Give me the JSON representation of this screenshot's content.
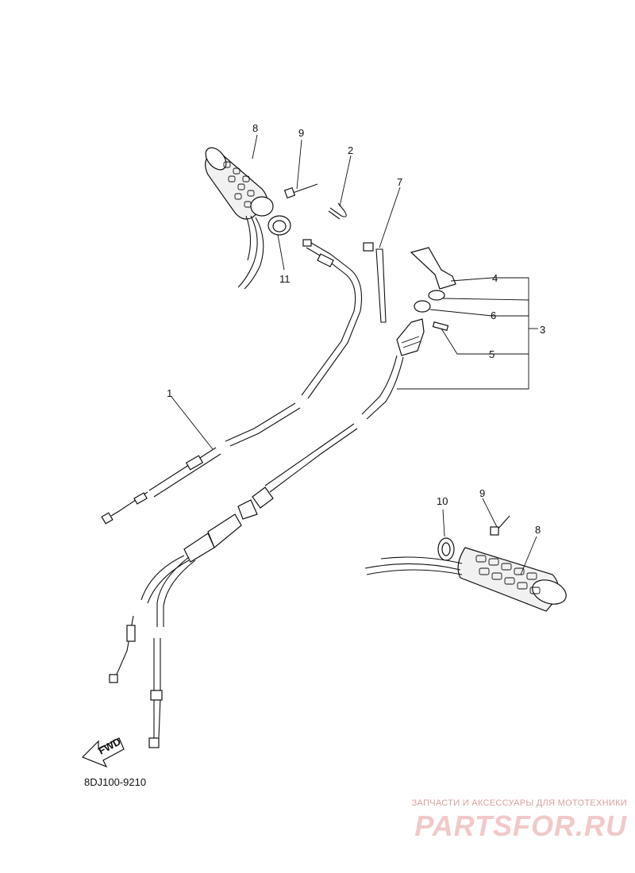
{
  "diagram": {
    "drawing_code": "8DJ100-9210",
    "fwd_label": "FWD",
    "callouts": {
      "c1": "1",
      "c2": "2",
      "c3": "3",
      "c4": "4",
      "c5": "5",
      "c6": "6",
      "c7": "7",
      "c8_top": "8",
      "c8_bottom": "8",
      "c9_top": "9",
      "c9_bottom": "9",
      "c10": "10",
      "c11": "11"
    }
  },
  "watermark": {
    "tagline": "ЗАПЧАСТИ И АКСЕССУАРЫ ДЛЯ МОТОТЕХНИКИ",
    "logo": "PARTSFOR.RU"
  }
}
